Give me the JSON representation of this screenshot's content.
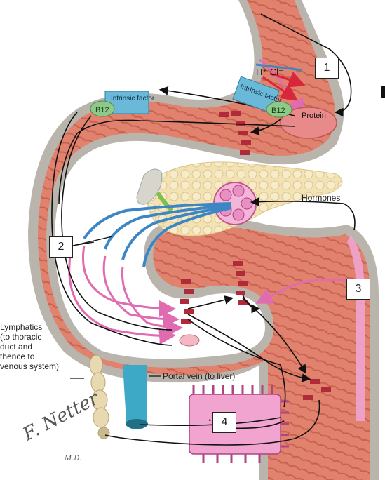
{
  "labels": {
    "hcl": "H⁺ Cl⁻",
    "intrinsic_factor_a": "Intrinsic factor",
    "intrinsic_factor_b": "Intrinsic factor",
    "b12_a": "B12",
    "b12_b": "B12",
    "protein": "Protein",
    "hormones": "Hormones",
    "lymphatics_l1": "Lymphatics",
    "lymphatics_l2": "(to thoracic",
    "lymphatics_l3": "duct and",
    "lymphatics_l4": "thence to",
    "lymphatics_l5": "venous system)",
    "portal_vein": "Portal vein (to liver)"
  },
  "steps": [
    "1",
    "2",
    "3",
    "4"
  ],
  "signature": {
    "name": "F. Netter",
    "suffix": "M.D."
  },
  "colors": {
    "gut_wall": "#e0826e",
    "gut_fold": "#c9614f",
    "mucosa_edge": "#b9b5ad",
    "pancreas": "#f3e2b3",
    "intrinsic_box": "#6bb9d9",
    "b12_oval": "#8fc98a",
    "acid_arrow": "#d8263a",
    "blue_duct": "#3d86c6",
    "pink_path": "#e06bb0",
    "portal_vein": "#3da9c6",
    "villus": "#f0a4cf",
    "lymphatic": "#e8d9b0"
  }
}
